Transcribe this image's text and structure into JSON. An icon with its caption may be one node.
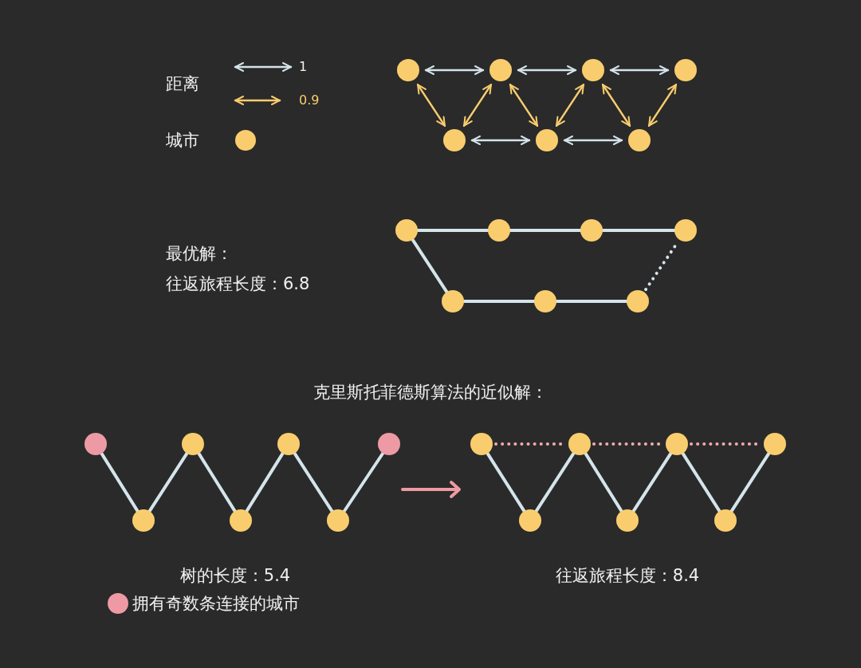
{
  "diagram": {
    "nodes": [
      {
        "text": [],
        "shape": "circle"
      },
      {
        "text": [],
        "shape": "circle"
      },
      {
        "text": [],
        "shape": "circle"
      },
      {
        "text": [],
        "shape": "circle"
      },
      {
        "text": [],
        "shape": "circle"
      },
      {
        "text": [],
        "shape": "circle"
      },
      {
        "text": [],
        "shape": "circle"
      },
      {
        "text": [],
        "shape": "circle"
      },
      {
        "text": [],
        "shape": "circle"
      },
      {
        "text": [],
        "shape": "circle"
      },
      {
        "text": [],
        "shape": "circle"
      },
      {
        "text": [],
        "shape": "circle"
      },
      {
        "text": [],
        "shape": "circle"
      },
      {
        "text": [],
        "shape": "circle"
      },
      {
        "text": [],
        "shape": "circle"
      },
      {
        "text": [],
        "shape": "circle"
      },
      {
        "text": [],
        "shape": "circle"
      },
      {
        "text": [],
        "shape": "circle"
      },
      {
        "text": [],
        "shape": "circle"
      },
      {
        "text": [],
        "shape": "circle"
      },
      {
        "text": [],
        "shape": "circle"
      },
      {
        "text": [],
        "shape": "circle"
      },
      {
        "text": [],
        "shape": "circle"
      },
      {
        "text": [],
        "shape": "circle"
      },
      {
        "text": [],
        "shape": "circle"
      },
      {
        "text": [],
        "shape": "circle"
      },
      {
        "text": [],
        "shape": "circle"
      },
      {
        "text": [],
        "shape": "circle"
      }
    ],
    "edges": [
      {
        "from": 0,
        "to": 1,
        "arrow": "both"
      },
      {
        "from": 1,
        "to": 2,
        "arrow": "both"
      },
      {
        "from": 2,
        "to": 3,
        "arrow": "both"
      },
      {
        "from": 4,
        "to": 5,
        "arrow": "both"
      },
      {
        "from": 5,
        "to": 6,
        "arrow": "both"
      },
      {
        "from": 0,
        "to": 4,
        "arrow": "both",
        "color": "#f9cd6e"
      },
      {
        "from": 4,
        "to": 1,
        "arrow": "both",
        "color": "#f9cd6e"
      },
      {
        "from": 1,
        "to": 5,
        "arrow": "both",
        "color": "#f9cd6e"
      },
      {
        "from": 5,
        "to": 2,
        "arrow": "both",
        "color": "#f9cd6e"
      },
      {
        "from": 2,
        "to": 6,
        "arrow": "both",
        "color": "#f9cd6e"
      },
      {
        "from": 6,
        "to": 3,
        "arrow": "both",
        "color": "#f9cd6e"
      },
      {
        "from": 7,
        "to": 8,
        "arrow": "none"
      },
      {
        "from": 8,
        "to": 9,
        "arrow": "none"
      },
      {
        "from": 9,
        "to": 10,
        "arrow": "none"
      },
      {
        "from": 7,
        "to": 11,
        "arrow": "none"
      },
      {
        "from": 11,
        "to": 12,
        "arrow": "none"
      },
      {
        "from": 12,
        "to": 13,
        "arrow": "none"
      },
      {
        "from": 13,
        "to": 10,
        "arrow": "none",
        "style": "dashed"
      },
      {
        "from": 14,
        "to": 15,
        "arrow": "none"
      },
      {
        "from": 15,
        "to": 16,
        "arrow": "none"
      },
      {
        "from": 16,
        "to": 17,
        "arrow": "none"
      },
      {
        "from": 17,
        "to": 18,
        "arrow": "none"
      },
      {
        "from": 18,
        "to": 19,
        "arrow": "none"
      },
      {
        "from": 19,
        "to": 20,
        "arrow": "none"
      },
      {
        "from": 21,
        "to": 22,
        "arrow": "none"
      },
      {
        "from": 22,
        "to": 23,
        "arrow": "none"
      },
      {
        "from": 23,
        "to": 24,
        "arrow": "none"
      },
      {
        "from": 24,
        "to": 25,
        "arrow": "none"
      },
      {
        "from": 25,
        "to": 26,
        "arrow": "none"
      },
      {
        "from": 26,
        "to": 27,
        "arrow": "none"
      },
      {
        "from": 21,
        "to": 23,
        "arrow": "none",
        "style": "dashed",
        "color": "#f2a9b0"
      },
      {
        "from": 23,
        "to": 25,
        "arrow": "none",
        "style": "dashed",
        "color": "#f2a9b0"
      },
      {
        "from": 25,
        "to": 27,
        "arrow": "none",
        "style": "dashed",
        "color": "#f2a9b0"
      }
    ],
    "labels": [
      "距离",
      "最优解：",
      "往返旅程长度：6.8",
      "克里斯托菲德斯算法的近似解：",
      "树的长度：5.4",
      "往返旅程长度：8.4"
    ],
    "legend": [
      {
        "text": "1"
      },
      {
        "text": "0.9"
      },
      {
        "text": "城市",
        "color": "#f9cd6e"
      },
      {
        "text": "拥有奇数条连接的城市",
        "color": "#ee9aa4"
      }
    ]
  }
}
